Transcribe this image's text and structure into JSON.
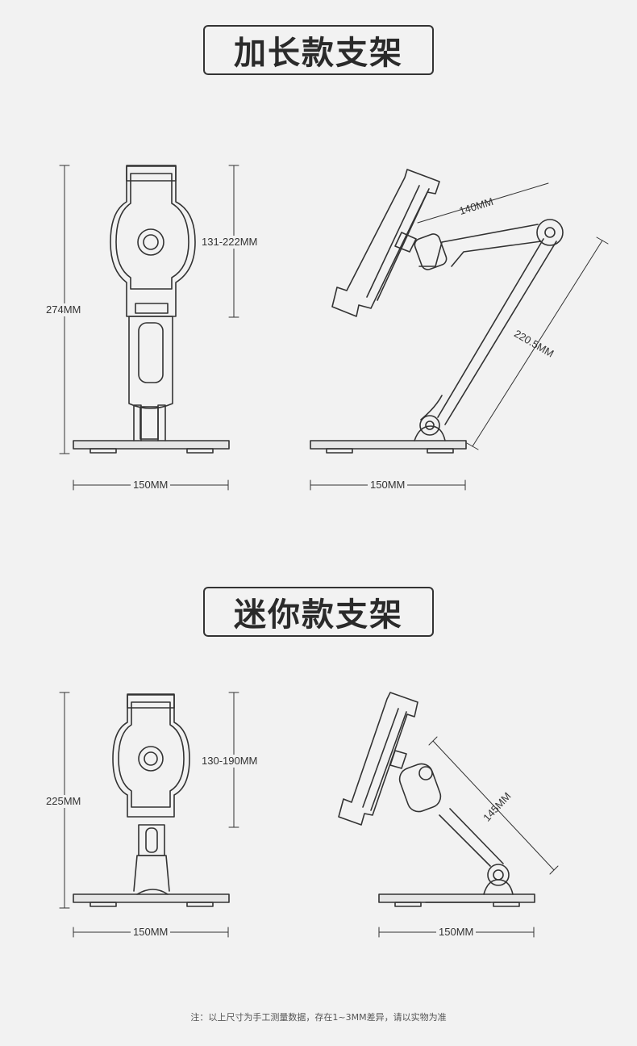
{
  "sections": {
    "long": {
      "title": "加长款支架",
      "front": {
        "height_label": "274MM",
        "clamp_label": "131-222MM",
        "width_label": "150MM"
      },
      "side": {
        "arm_top_label": "140MM",
        "arm_diag_label": "220.5MM",
        "width_label": "150MM"
      }
    },
    "mini": {
      "title": "迷你款支架",
      "front": {
        "height_label": "225MM",
        "clamp_label": "130-190MM",
        "width_label": "150MM"
      },
      "side": {
        "arm_diag_label": "145MM",
        "width_label": "150MM"
      }
    }
  },
  "footnote": "注：以上尺寸为手工测量数据，存在1~3MM差异，请以实物为准"
}
